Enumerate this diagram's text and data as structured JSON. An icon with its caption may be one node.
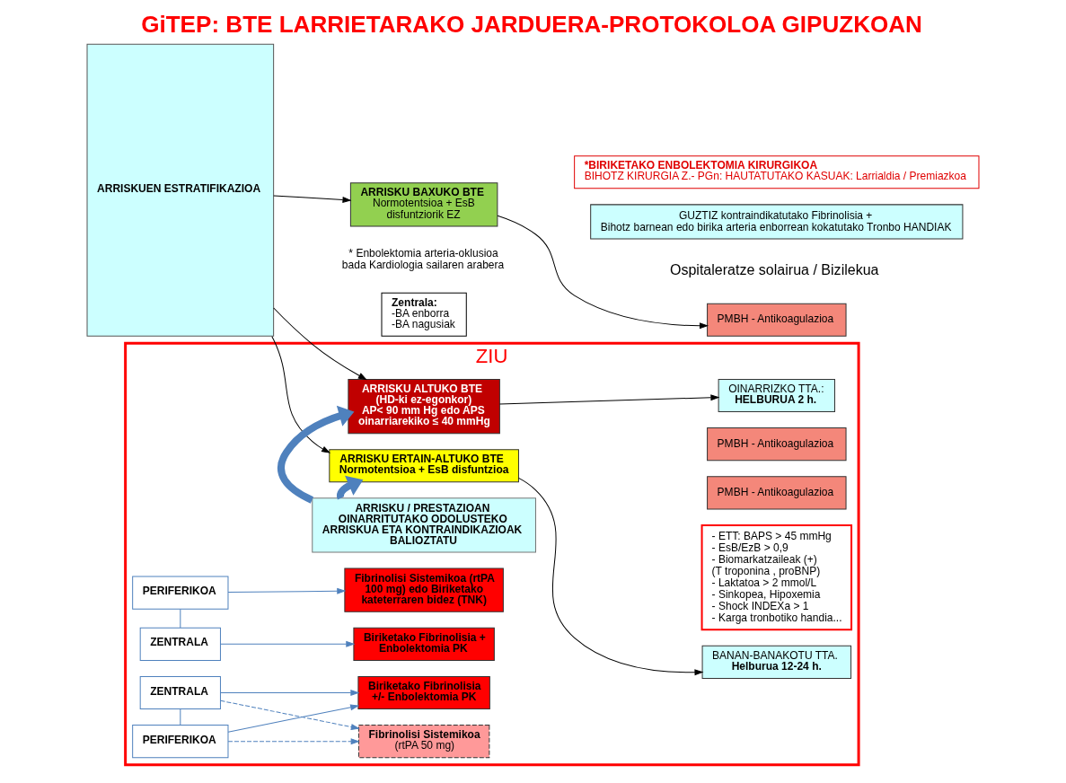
{
  "diagram": {
    "title": "GiTEP: BTE LARRIETARAKO JARDUERA-PROTOKOLOA GIPUZKOAN",
    "nodes": [
      {
        "text": [
          "ARRISKUEN ESTRATIFIKAZIOA"
        ]
      },
      {
        "text": [
          "ARRISKU BAXUKO BTE",
          "Normotentsioa + EsB disfuntziorik EZ"
        ]
      },
      {
        "text": [
          "PMBH - Antikoagulazioa"
        ]
      },
      {
        "text": [
          "ZIU"
        ]
      },
      {
        "text": [
          "ARRISKU ERTAIN-ALTUKO BTE",
          "Normotentsioa + EsB disfuntzioa"
        ],
        "in": 3
      },
      {
        "text": [
          "PMBH - Antikoagulazioa"
        ],
        "in": 3
      },
      {
        "text": [
          "BANAN-BANAKOTU TTA.",
          "Helburua 12-24 h."
        ],
        "in": 3
      },
      {
        "text": [
          "- ETT: BAPS > 45 mmHg",
          "- EsB/EzB > 0,9",
          "- Biomarkatzaileak (+)",
          "(T troponina , proBNP)",
          "- Laktatoa > 2 mmol/L",
          "- Sinkopea, Hipoxemia",
          "- Shock INDEXa > 1",
          "- Karga tronbotiko handia..."
        ],
        "in": 3
      },
      {
        "text": [
          "ARRISKU / PRESTAZIOAN OINARRITUTAKO ODOLUSTEKO ARRISKUA ETA KONTRAINDIKAZIOAK BALIOZTATU"
        ],
        "in": 3
      },
      {
        "text": [
          "ARRISKU ALTUKO BTE",
          "(HD-ki ez-egonkor)",
          "AP< 90 mm Hg edo APS oinarriarekiko ≤ 40 mmHg"
        ],
        "in": 3
      },
      {
        "text": [
          "PMBH - Antikoagulazioa"
        ],
        "in": 3
      },
      {
        "text": [
          "OINARRIZKO TTA.:",
          "HELBURUA 2 h."
        ],
        "in": 3
      },
      {
        "text": [
          "PERIFERIKOA"
        ],
        "in": 3
      },
      {
        "text": [
          "ZENTRALA"
        ],
        "in": 3
      },
      {
        "text": [
          "Biriketako Fibrinolisia +/- Enbolektomia PK"
        ],
        "in": 3
      },
      {
        "text": [
          "Fibrinolisi Sistemikoa",
          "(rtPA 50 mg)"
        ],
        "in": 3
      },
      {
        "text": [
          "ZENTRALA"
        ],
        "in": 3
      },
      {
        "text": [
          "PERIFERIKOA"
        ],
        "in": 3
      },
      {
        "text": [
          "Biriketako Fibrinolisia + Enbolektomia PK"
        ],
        "in": 3
      },
      {
        "text": [
          "Fibrinolisi Sistemikoa (rtPA 100 mg) edo Biriketako kateterraren bidez (TNK)"
        ],
        "in": 3
      },
      {
        "text": [
          "Zentrala:",
          "-BA enborra",
          "-BA nagusiak"
        ]
      },
      {
        "text": [
          "*BIRIKETAKO ENBOLEKTOMIA KIRURGIKOA",
          "BIHOTZ KIRURGIA Z.- PGn: HAUTATUTAKO KASUAK: Larrialdia / Premiazkoa"
        ]
      },
      {
        "text": [
          "GUZTIZ kontraindikatutako Fibrinolisia +",
          "Bihotz barnean edo birika arteria enborrean kokatutako Tronbo HANDIAK"
        ]
      }
    ],
    "edges": [
      {
        "from": 0,
        "to": 1,
        "arrow": "to",
        "color": "#000000"
      },
      {
        "from": 0,
        "to": 4,
        "arrow": "to",
        "color": "#000000"
      },
      {
        "from": 0,
        "to": 9,
        "arrow": "to",
        "color": "#000000"
      },
      {
        "from": 1,
        "to": 2,
        "arrow": "to",
        "color": "#000000"
      },
      {
        "from": 4,
        "to": 6,
        "arrow": "to",
        "color": "#000000"
      },
      {
        "from": 9,
        "to": 11,
        "arrow": "to",
        "color": "#000000"
      },
      {
        "from": 8,
        "to": 4,
        "arrow": "to",
        "style": "thick"
      },
      {
        "from": 8,
        "to": 9,
        "arrow": "to",
        "style": "thick"
      },
      {
        "from": 12,
        "to": 13,
        "arrow": "none"
      },
      {
        "from": 12,
        "to": 14,
        "arrow": "to"
      },
      {
        "from": 13,
        "to": 14,
        "arrow": "to"
      },
      {
        "from": 12,
        "to": 15,
        "arrow": "to",
        "style": "dashed"
      },
      {
        "from": 13,
        "to": 15,
        "arrow": "to",
        "style": "dashed"
      },
      {
        "from": 16,
        "to": 17,
        "arrow": "none"
      },
      {
        "from": 16,
        "to": 18,
        "arrow": "to"
      },
      {
        "from": 17,
        "to": 19,
        "arrow": "to"
      }
    ],
    "labels": [
      "Ospitaleratze solairua / Bizilekua",
      "* Enbolektomia arteria-oklusioa bada Kardiologia sailaren arabera"
    ]
  }
}
